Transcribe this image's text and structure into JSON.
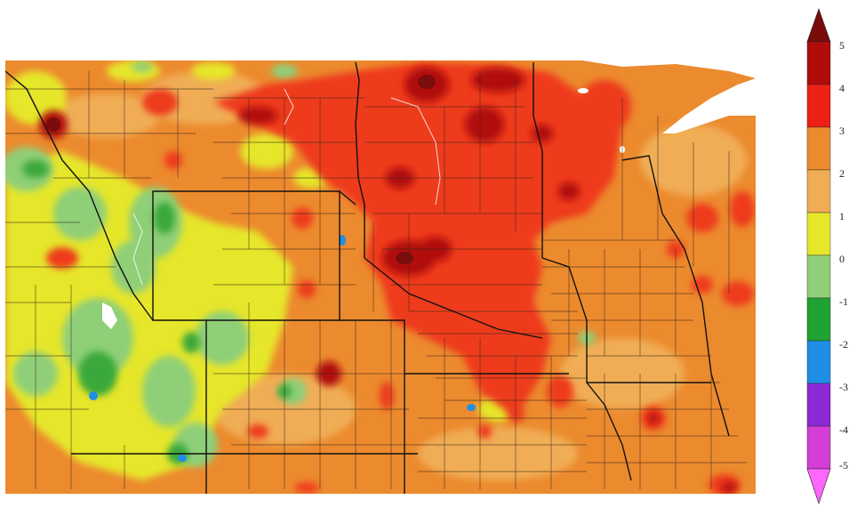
{
  "colorbar": {
    "labels": [
      "5",
      "4",
      "3",
      "2",
      "1",
      "0",
      "-1",
      "-2",
      "-3",
      "-4",
      "-5"
    ],
    "colors": [
      "#7a0c0c",
      "#c40f0f",
      "#ee3a1c",
      "#e8862c",
      "#f0ad55",
      "#e6e62a",
      "#8fcf78",
      "#3aa83a",
      "#1f8fe6",
      "#8c2bd6",
      "#e84ad6",
      "#ff66ff"
    ]
  },
  "map": {
    "land_background": "#ec8a2e",
    "lake_color": "#ffffff",
    "boundary_color": "#1a1a1a"
  }
}
